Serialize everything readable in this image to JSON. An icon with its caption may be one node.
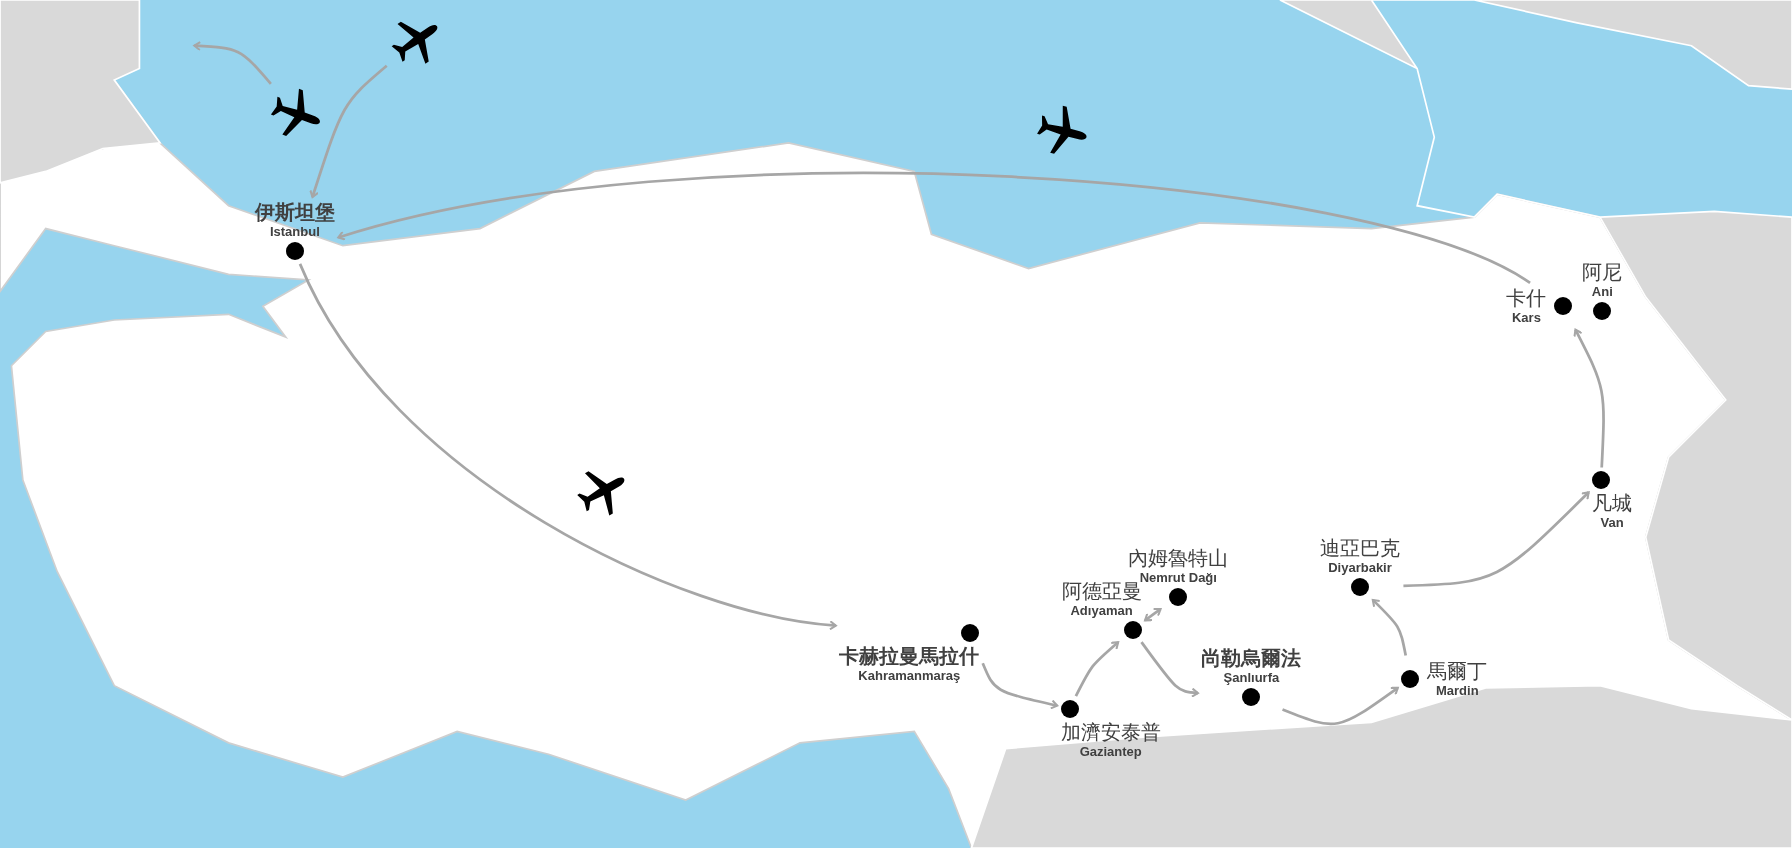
{
  "diagram": {
    "nodes": [
      {
        "text": [
          "伊斯坦堡",
          "Istanbul"
        ]
      },
      {
        "text": [
          "阿尼",
          "Ani"
        ]
      },
      {
        "text": [
          "卡什",
          "Kars"
        ]
      },
      {
        "text": [
          "凡城",
          "Van"
        ]
      },
      {
        "text": [
          "內姆魯特山",
          "Nemrut Dağı"
        ]
      },
      {
        "text": [
          "迪亞巴克",
          "Diyarbakir"
        ]
      },
      {
        "text": [
          "阿德亞曼",
          "Adıyaman"
        ]
      },
      {
        "text": [
          "卡赫拉曼馬拉什",
          "Kahramanmaraş"
        ]
      },
      {
        "text": [
          "尚勒烏爾法",
          "Şanlıurfa"
        ]
      },
      {
        "text": [
          "馬爾丁",
          "Mardin"
        ]
      },
      {
        "text": [
          "加濟安泰普",
          "Gaziantep"
        ]
      },
      {
        "text": [],
        "shape": "picture"
      },
      {
        "text": [],
        "shape": "picture"
      }
    ],
    "edges": [
      {
        "from": 12,
        "to": 0,
        "arrow": "to"
      },
      {
        "from": 11,
        "to": null,
        "arrow": "to"
      },
      {
        "from": 0,
        "to": 7,
        "arrow": "to"
      },
      {
        "from": 7,
        "to": 10,
        "arrow": "to"
      },
      {
        "from": 10,
        "to": 6,
        "arrow": "to"
      },
      {
        "from": 6,
        "to": 4,
        "arrow": "both"
      },
      {
        "from": 6,
        "to": 8,
        "arrow": "to"
      },
      {
        "from": 8,
        "to": 9,
        "arrow": "to"
      },
      {
        "from": 9,
        "to": 5,
        "arrow": "to"
      },
      {
        "from": 5,
        "to": 3,
        "arrow": "to"
      },
      {
        "from": 3,
        "to": 2,
        "arrow": "to"
      },
      {
        "from": 2,
        "to": 0,
        "arrow": "to"
      }
    ]
  }
}
